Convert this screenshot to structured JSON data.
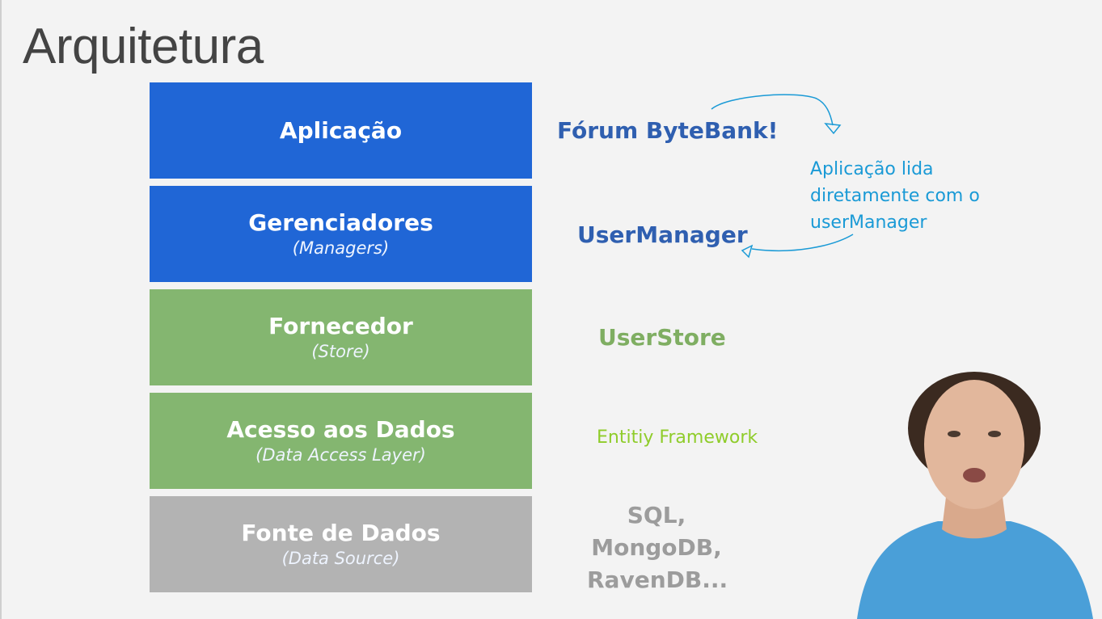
{
  "slide": {
    "title": "Arquitetura",
    "layers": [
      {
        "name": "Aplicação",
        "subtitle": "",
        "color": "#2066d6"
      },
      {
        "name": "Gerenciadores",
        "subtitle": "(Managers)",
        "color": "#2066d6"
      },
      {
        "name": "Fornecedor",
        "subtitle": "(Store)",
        "color": "#84b670"
      },
      {
        "name": "Acesso aos Dados",
        "subtitle": "(Data Access Layer)",
        "color": "#84b670"
      },
      {
        "name": "Fonte de Dados",
        "subtitle": "(Data Source)",
        "color": "#b3b3b3"
      }
    ],
    "examples": {
      "app": "Fórum ByteBank!",
      "managers": "UserManager",
      "store": "UserStore",
      "data_access": "Entitiy Framework",
      "data_source": [
        "SQL,",
        "MongoDB,",
        "RavenDB..."
      ]
    },
    "annotation": {
      "lines": [
        "Aplicação lida",
        "diretamente com o",
        "userManager"
      ],
      "color": "#1a9ad6"
    }
  }
}
